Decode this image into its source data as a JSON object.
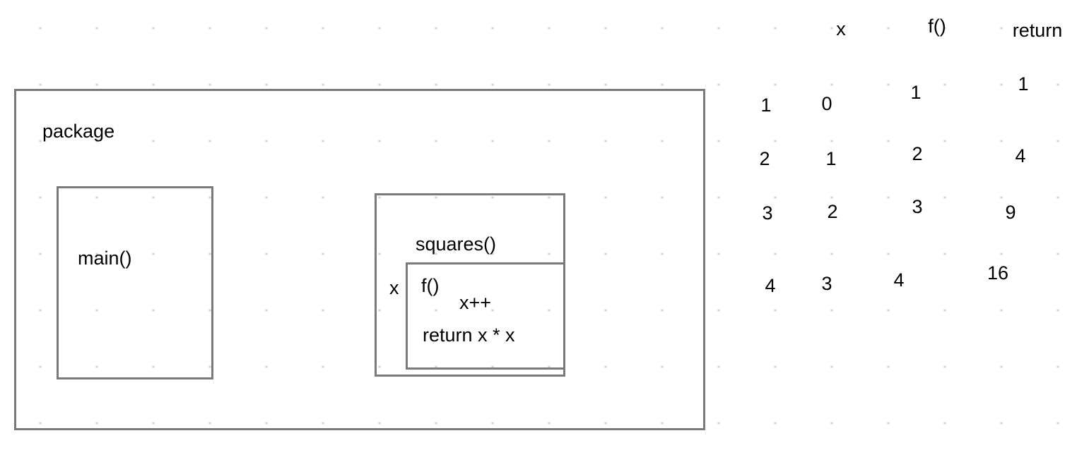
{
  "diagram": {
    "package_label": "package",
    "main_label": "main()",
    "squares_label": "squares()",
    "captured_var_label": "x",
    "closure_label": "f()",
    "closure_body": [
      "x++",
      "return x * x"
    ]
  },
  "table": {
    "headers": [
      "x",
      "f()",
      "return"
    ],
    "rows": [
      [
        "1",
        "0",
        "1",
        "1"
      ],
      [
        "2",
        "1",
        "2",
        "4"
      ],
      [
        "3",
        "2",
        "3",
        "9"
      ],
      [
        "4",
        "3",
        "4",
        "16"
      ]
    ]
  }
}
